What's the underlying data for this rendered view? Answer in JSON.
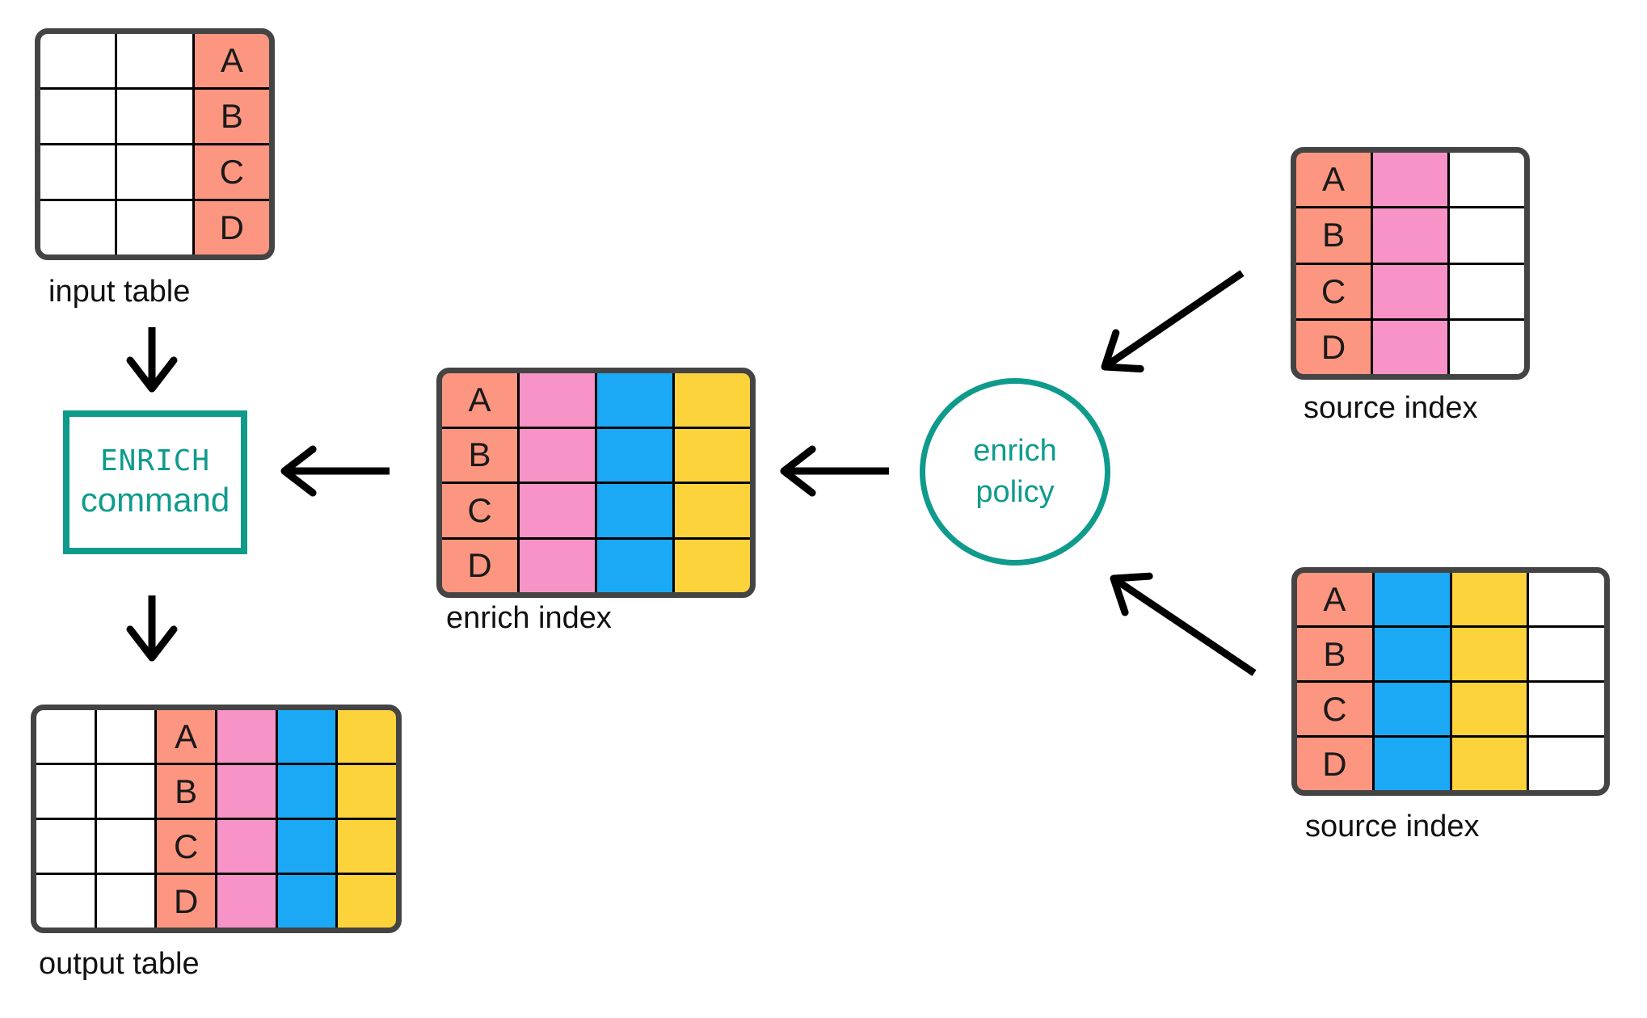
{
  "diagram": {
    "colors": {
      "salmon": "#FD9680",
      "pink": "#F793C7",
      "blue": "#1BA9F5",
      "yellow": "#FDD33C",
      "teal": "#0F9B8C",
      "table_border": "#444444",
      "grid_line": "#000000",
      "arrow": "#000000",
      "label_text": "#111111"
    },
    "row_labels": [
      "A",
      "B",
      "C",
      "D"
    ],
    "tables": {
      "input_table": {
        "label": "input table",
        "columns": [
          "white",
          "white",
          "salmon"
        ],
        "labeled_column": 2
      },
      "enrich_index": {
        "label": "enrich index",
        "columns": [
          "salmon",
          "pink",
          "blue",
          "yellow"
        ],
        "labeled_column": 0
      },
      "output_table": {
        "label": "output table",
        "columns": [
          "white",
          "white",
          "salmon",
          "pink",
          "blue",
          "yellow"
        ],
        "labeled_column": 2
      },
      "source_index_top": {
        "label": "source index",
        "columns": [
          "salmon",
          "pink",
          "white"
        ],
        "labeled_column": 0
      },
      "source_index_bottom": {
        "label": "source index",
        "columns": [
          "salmon",
          "blue",
          "yellow",
          "white"
        ],
        "labeled_column": 0
      }
    },
    "enrich_command": {
      "line1": "ENRICH",
      "line2": "command"
    },
    "enrich_policy": {
      "line1": "enrich",
      "line2": "policy"
    }
  }
}
